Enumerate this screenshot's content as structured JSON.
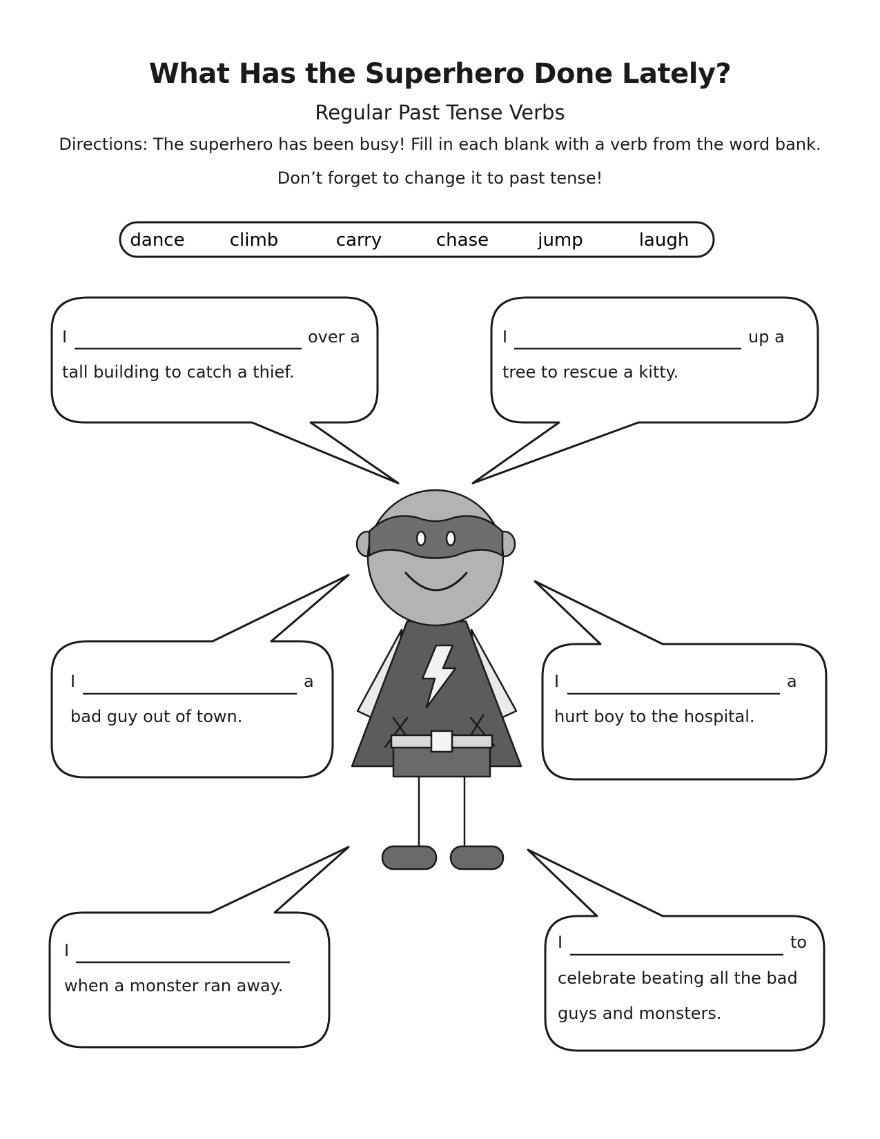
{
  "title": "What Has the Superhero Done Lately?",
  "subtitle": "Regular Past Tense Verbs",
  "directions": {
    "line1": "Directions: The superhero has been busy! Fill in each blank with a verb from the word bank.",
    "line2": "Don’t forget to change it to past tense!"
  },
  "word_bank": [
    "dance",
    "climb",
    "carry",
    "chase",
    "jump",
    "laugh"
  ],
  "bubbles": [
    {
      "pre": "I",
      "post": "over a",
      "line2": "tall building to catch a thief.",
      "line3": ""
    },
    {
      "pre": "I",
      "post": "up a",
      "line2": "tree to rescue a kitty.",
      "line3": ""
    },
    {
      "pre": "I",
      "post": "a",
      "line2": "bad guy out of town.",
      "line3": ""
    },
    {
      "pre": "I",
      "post": "a",
      "line2": "hurt boy to the hospital.",
      "line3": ""
    },
    {
      "pre": "I",
      "post": "",
      "line2": "when a monster ran away.",
      "line3": ""
    },
    {
      "pre": "I",
      "post": "to",
      "line2": "celebrate beating all the bad",
      "line3": "guys and monsters."
    }
  ],
  "colors": {
    "ink": "#1a1a1a",
    "skin": "#b3b3b3",
    "mask": "#6e6e6e",
    "costume": "#5c5c5c",
    "cape": "#e9e9e9",
    "belt": "#d8d8d8",
    "shoes": "#6a6a6a"
  }
}
